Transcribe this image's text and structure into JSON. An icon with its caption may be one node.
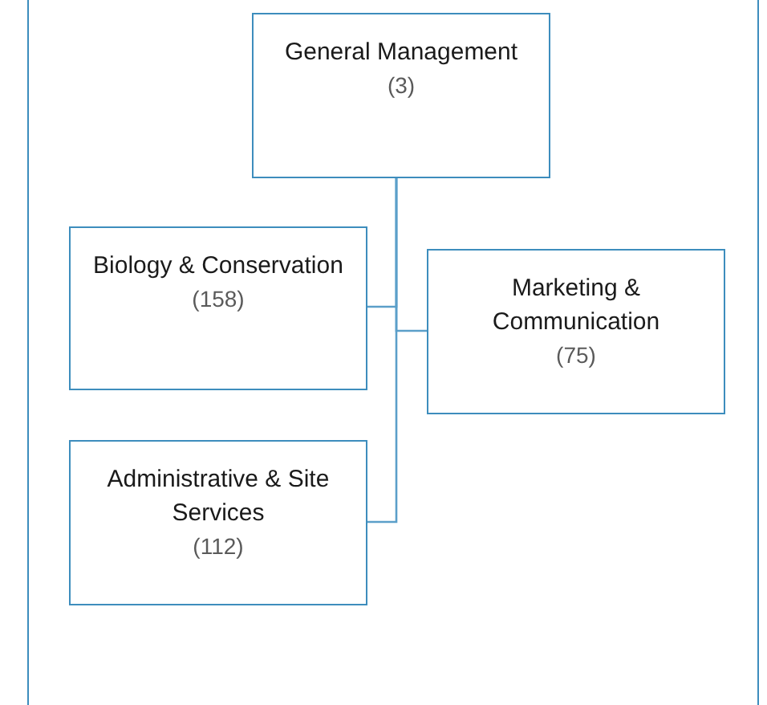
{
  "diagram": {
    "nodes": [
      {
        "text": [
          "General Management",
          "(3)"
        ]
      },
      {
        "text": [
          "Biology & Conservation",
          "(158)"
        ]
      },
      {
        "text": [
          "Marketing & Communication",
          "(75)"
        ]
      },
      {
        "text": [
          "Administrative & Site Services",
          "(112)"
        ]
      }
    ],
    "edges": [
      {
        "from": 0,
        "to": 1,
        "arrow": "none"
      },
      {
        "from": 0,
        "to": 2,
        "arrow": "none"
      },
      {
        "from": 0,
        "to": 3,
        "arrow": "none"
      }
    ]
  }
}
